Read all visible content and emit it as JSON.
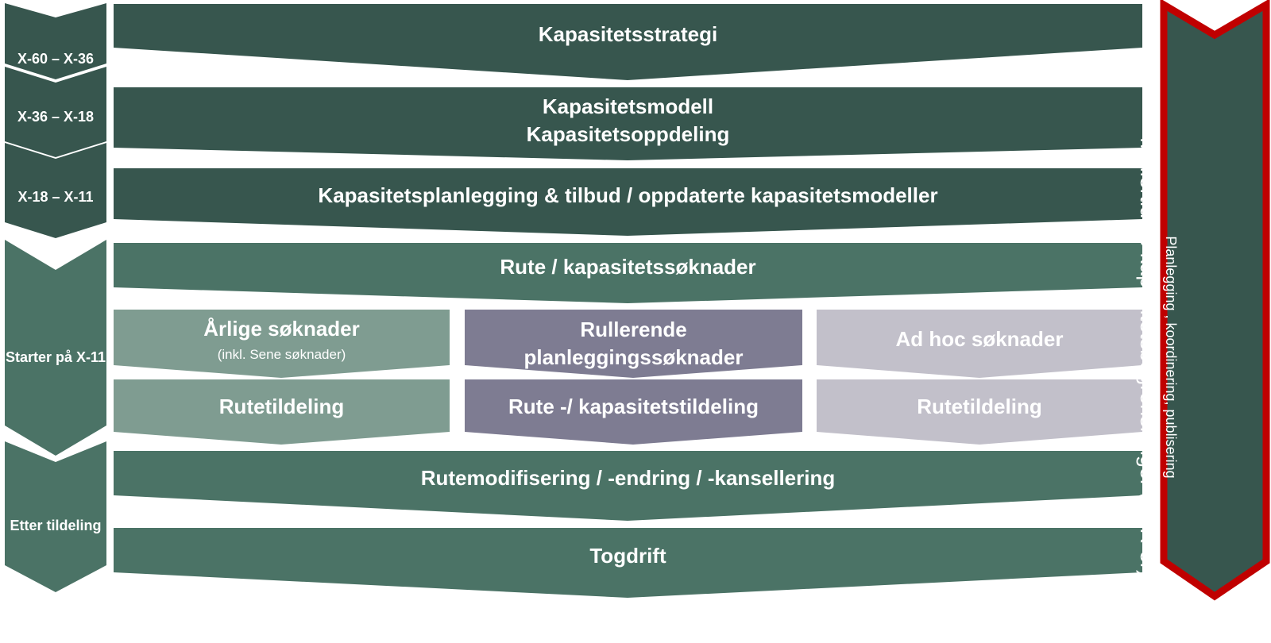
{
  "colors": {
    "dark": "#37564e",
    "medium": "#4b7366",
    "light_sage": "#7f9c91",
    "purple_gray": "#7e7c92",
    "light_gray": "#c2c0ca",
    "sidebar_border": "#c00000"
  },
  "phases": [
    {
      "id": "x60",
      "text": "X-60 – X-36"
    },
    {
      "id": "x36",
      "text": "X-36 – X-18"
    },
    {
      "id": "x18",
      "text": "X-18 – X-11"
    },
    {
      "id": "start",
      "text": "Starter på X-11"
    },
    {
      "id": "after",
      "text": "Etter tildeling"
    }
  ],
  "rows": {
    "strategi": "Kapasitetsstrategi",
    "modell": {
      "line1": "Kapasitetsmodell",
      "line2": "Kapasitetsoppdeling"
    },
    "planlegging": "Kapasitetsplanlegging & tilbud / oppdaterte kapasitetsmodeller",
    "rute_soknader": "Rute / kapasitetssøknader",
    "arlige": {
      "title": "Årlige søknader",
      "sub": "(inkl. Sene søknader)"
    },
    "rullerende": {
      "line1": "Rullerende",
      "line2": "planleggingssøknader"
    },
    "adhoc": "Ad hoc søknader",
    "rutetildeling_1": "Rutetildeling",
    "rute_kapasitetstildeling": "Rute -/ kapasitetstildeling",
    "rutetildeling_2": "Rutetildeling",
    "rutemodifisering": "Rutemodifisering / -endring / -kansellering",
    "togdrift": "Togdrift"
  },
  "sidebar": {
    "line1": "Planlegging , koordinering, publisering",
    "line2": "Midlertidige kapasitetsbegrensninger (TCR-er)"
  }
}
